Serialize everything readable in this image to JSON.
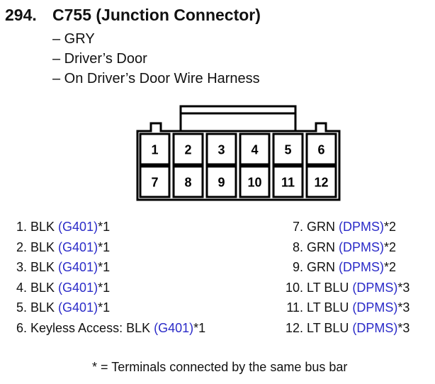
{
  "header": {
    "number": "294.",
    "title": "C755 (Junction Connector)",
    "details": [
      "– GRY",
      "– Driver’s Door",
      "– On Driver’s Door Wire Harness"
    ]
  },
  "connector": {
    "top_row": [
      "1",
      "2",
      "3",
      "4",
      "5",
      "6"
    ],
    "bottom_row": [
      "7",
      "8",
      "9",
      "10",
      "11",
      "12"
    ]
  },
  "terminals_left": [
    {
      "num": "1.",
      "pre": "BLK ",
      "link": "(G401)",
      "post": "*1"
    },
    {
      "num": "2.",
      "pre": "BLK ",
      "link": "(G401)",
      "post": "*1"
    },
    {
      "num": "3.",
      "pre": "BLK ",
      "link": "(G401)",
      "post": "*1"
    },
    {
      "num": "4.",
      "pre": "BLK ",
      "link": "(G401)",
      "post": "*1"
    },
    {
      "num": "5.",
      "pre": "BLK ",
      "link": "(G401)",
      "post": "*1"
    },
    {
      "num": "6.",
      "pre": "Keyless Access: BLK ",
      "link": "(G401)",
      "post": "*1"
    }
  ],
  "terminals_right": [
    {
      "num": "7.",
      "pre": "GRN ",
      "link": "(DPMS)",
      "post": "*2"
    },
    {
      "num": "8.",
      "pre": "GRN ",
      "link": "(DPMS)",
      "post": "*2"
    },
    {
      "num": "9.",
      "pre": "GRN ",
      "link": "(DPMS)",
      "post": "*2"
    },
    {
      "num": "10.",
      "pre": "LT BLU ",
      "link": "(DPMS)",
      "post": "*3"
    },
    {
      "num": "11.",
      "pre": "LT BLU ",
      "link": "(DPMS)",
      "post": "*3"
    },
    {
      "num": "12.",
      "pre": "LT BLU ",
      "link": "(DPMS)",
      "post": "*3"
    }
  ],
  "footnote": "* = Terminals connected by the same bus bar",
  "colors": {
    "link": "#2b2bc8"
  }
}
